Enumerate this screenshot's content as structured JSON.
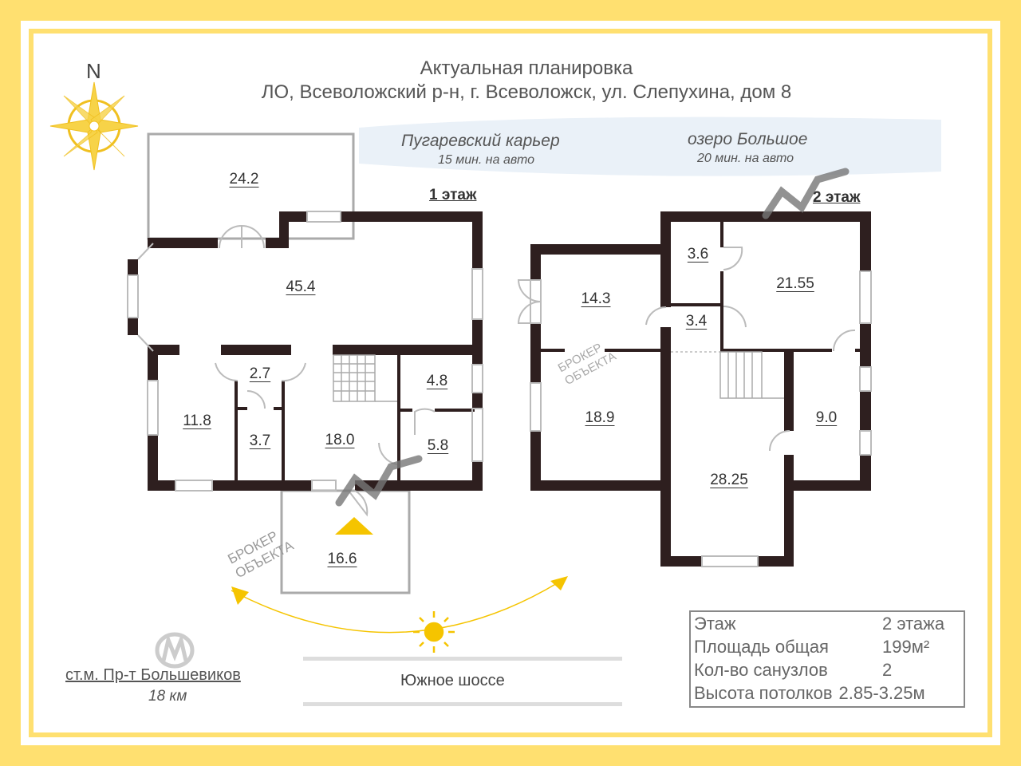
{
  "title_line1": "Актуальная планировка",
  "title_line2": "ЛО, Всеволожский р-н, г. Всеволожск, ул. Слепухина, дом 8",
  "compass": {
    "label": "N",
    "icon": "compass-rose-icon"
  },
  "landmarks": [
    {
      "name": "Пугаревский карьер",
      "time": "15 мин. на авто"
    },
    {
      "name": "озеро Большое",
      "time": "20 мин. на авто"
    }
  ],
  "floor1": {
    "label": "1 этаж",
    "rooms": [
      "24.2",
      "45.4",
      "2.7",
      "11.8",
      "3.7",
      "18.0",
      "4.8",
      "5.8",
      "16.6"
    ]
  },
  "floor2": {
    "label": "2 этаж",
    "rooms": [
      "3.6",
      "21.55",
      "14.3",
      "3.4",
      "18.9",
      "9.0",
      "28.25"
    ]
  },
  "watermark": "БРОКЕР ОБЪЕКТА",
  "metro": {
    "station": "ст.м. Пр-т Большевиков",
    "distance": "18 км"
  },
  "road": "Южное шоссе",
  "info": [
    {
      "label": "Этаж",
      "value": "2 этажа"
    },
    {
      "label": "Площадь общая",
      "value": "199м²"
    },
    {
      "label": "Кол-во санузлов",
      "value": "2"
    },
    {
      "label": "Высота потолков",
      "value": "2.85-3.25м"
    }
  ],
  "colors": {
    "border": "#ffe070",
    "wall": "#2e1f1f",
    "sun": "#f5c400"
  }
}
